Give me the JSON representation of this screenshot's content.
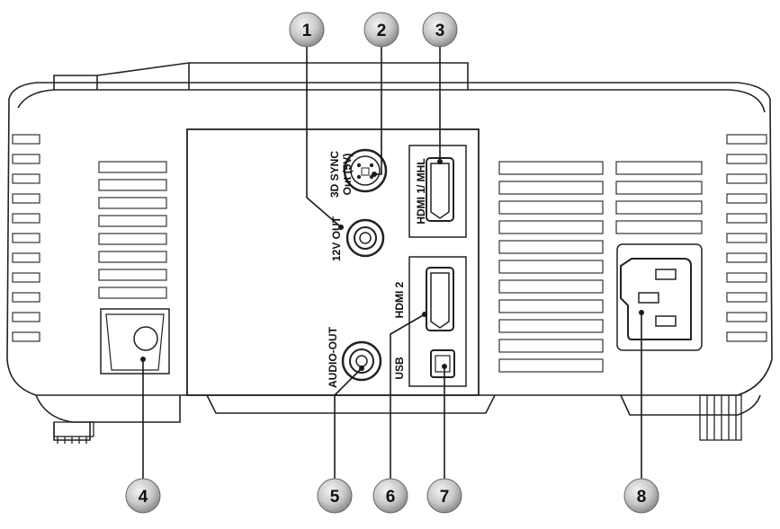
{
  "figure": {
    "callouts": [
      "1",
      "2",
      "3",
      "4",
      "5",
      "6",
      "7",
      "8"
    ],
    "labels": {
      "sync": "3D SYNC Out (5V)",
      "hdmi1": "HDMI 1/ MHL",
      "twelve_v": "12V OUT",
      "hdmi2": "HDMI 2",
      "audio": "AUDIO-OUT",
      "usb": "USB"
    }
  }
}
